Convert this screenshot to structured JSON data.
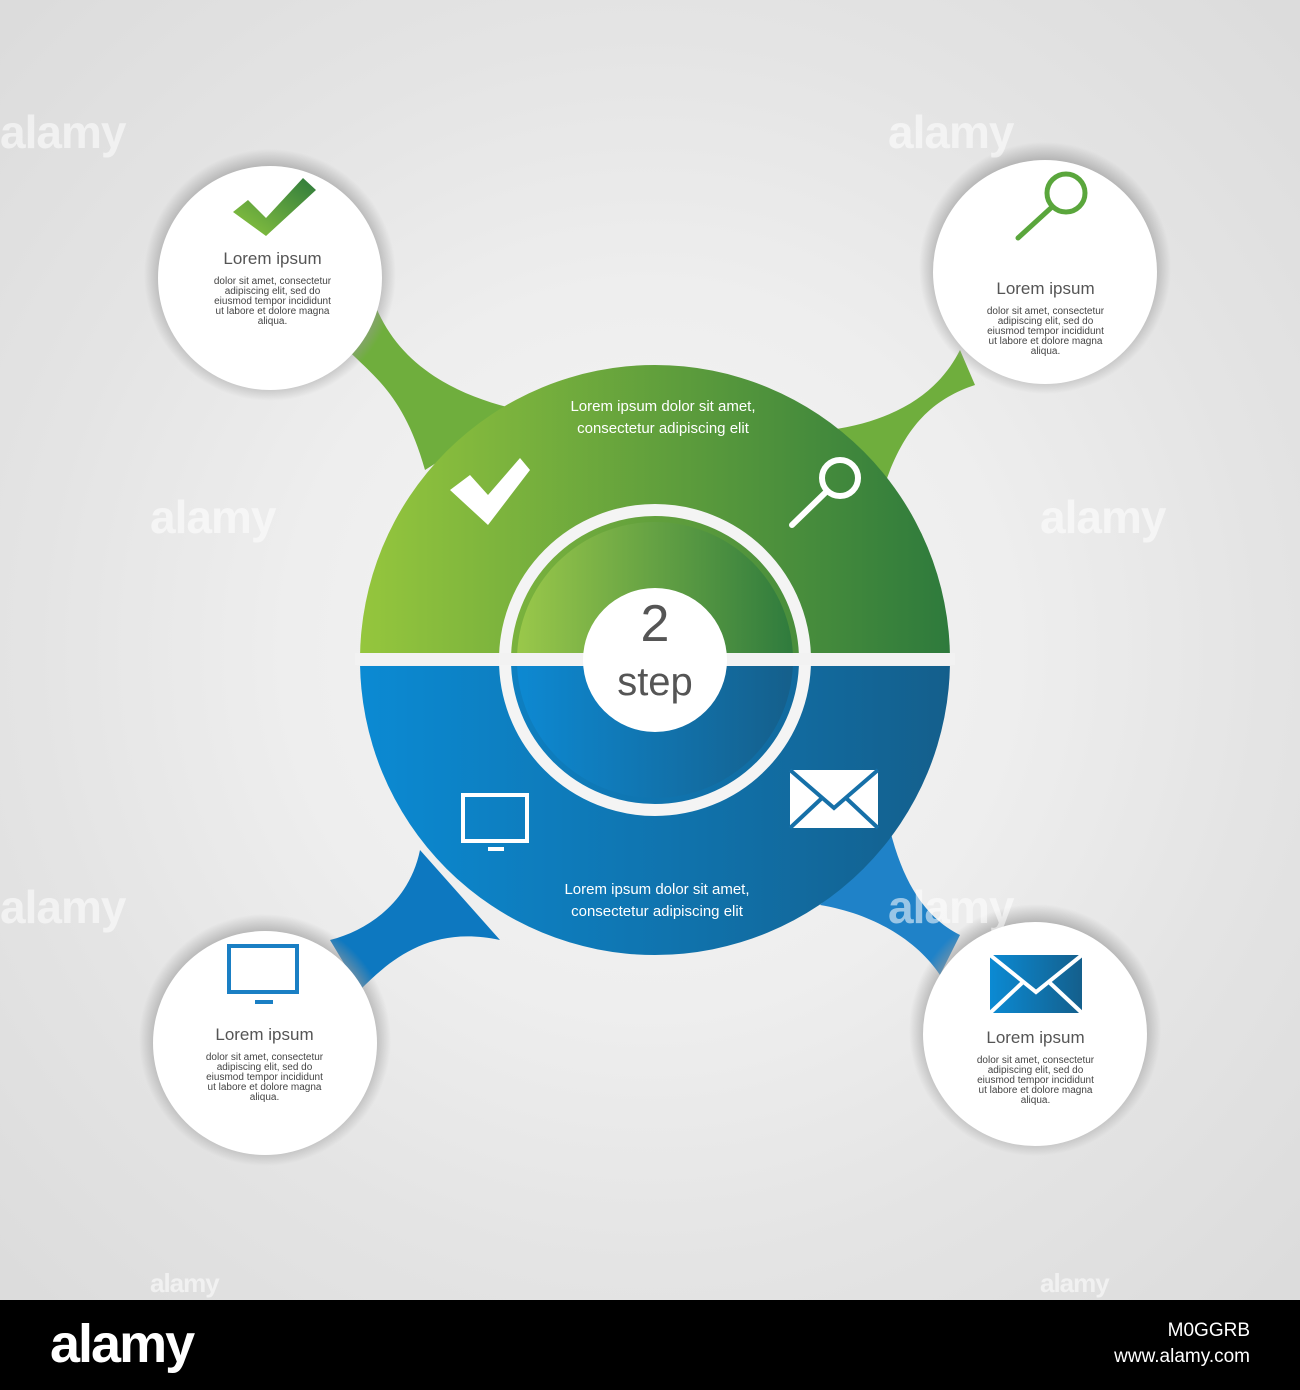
{
  "center": {
    "step_number": "2",
    "step_word": "step",
    "top_text_line1": "Lorem ipsum dolor sit amet,",
    "top_text_line2": "consectetur adipiscing elit",
    "bottom_text_line1": "Lorem ipsum dolor sit amet,",
    "bottom_text_line2": "consectetur adipiscing elit",
    "colors": {
      "green_light": "#8dc63f",
      "green_dark": "#2f7a3b",
      "blue_light": "#0a8ad6",
      "blue_dark": "#14628f"
    }
  },
  "nodes": [
    {
      "icon": "checkmark-icon",
      "title": "Lorem ipsum",
      "body": [
        "dolor sit amet, consectetur",
        "adipiscing elit, sed do",
        "eiusmod tempor incididunt",
        "ut labore et dolore magna",
        "aliqua."
      ]
    },
    {
      "icon": "magnifier-icon",
      "title": "Lorem ipsum",
      "body": [
        "dolor sit amet, consectetur",
        "adipiscing elit, sed do",
        "eiusmod tempor incididunt",
        "ut labore et dolore magna",
        "aliqua."
      ]
    },
    {
      "icon": "monitor-icon",
      "title": "Lorem ipsum",
      "body": [
        "dolor sit amet, consectetur",
        "adipiscing elit, sed do",
        "eiusmod tempor incididunt",
        "ut labore et dolore magna",
        "aliqua."
      ]
    },
    {
      "icon": "envelope-icon",
      "title": "Lorem ipsum",
      "body": [
        "dolor sit amet, consectetur",
        "adipiscing elit, sed do",
        "eiusmod tempor incididunt",
        "ut labore et dolore magna",
        "aliqua."
      ]
    }
  ],
  "watermark": "alamy",
  "footer": {
    "logo": "alamy",
    "image_id": "M0GGRB",
    "url": "www.alamy.com"
  }
}
